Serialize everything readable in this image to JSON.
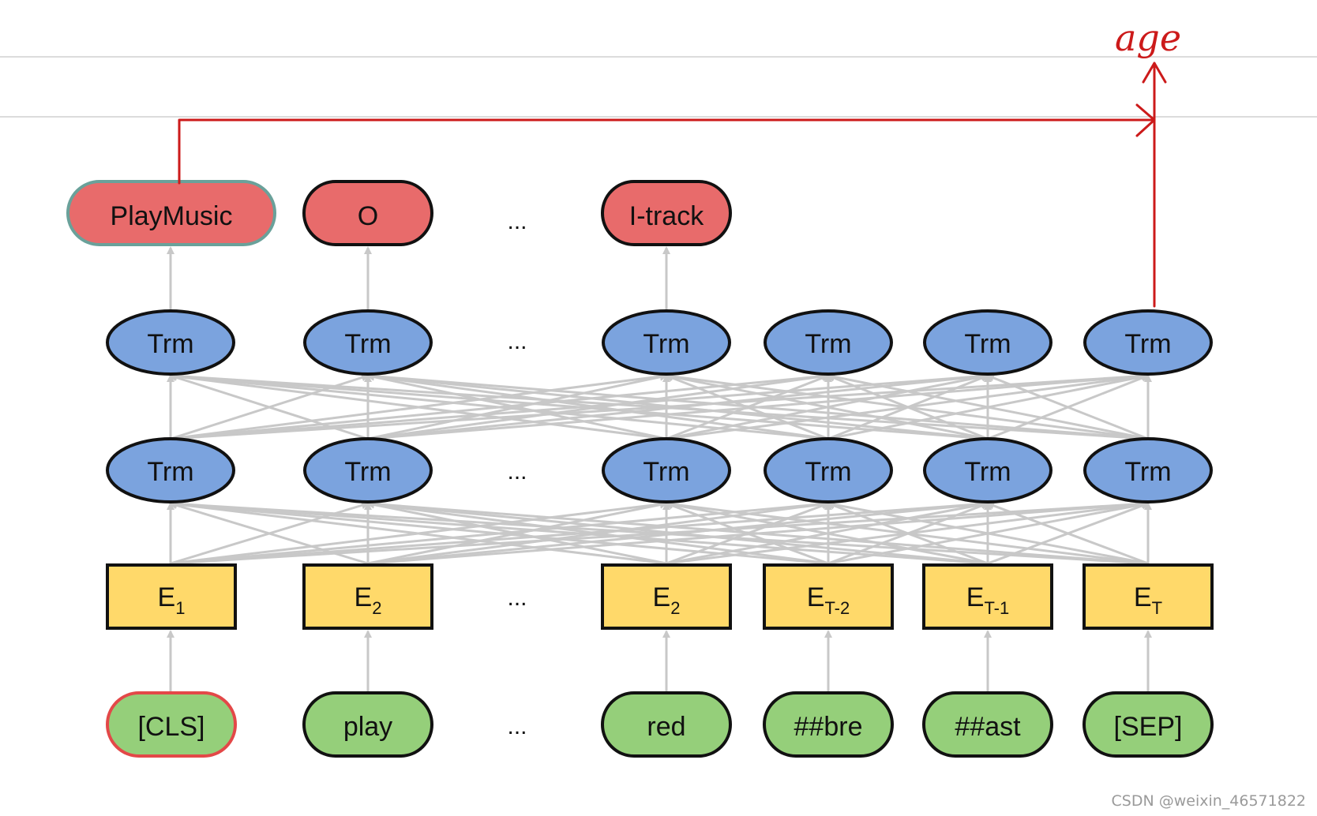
{
  "colors": {
    "output": "#E86B6B",
    "transformer": "#7BA3DE",
    "embedding": "#FFD96A",
    "token": "#95CF7A",
    "stroke": "#111111",
    "connector": "#c8c8c8",
    "annotation": "#CC1A1A"
  },
  "outputs": [
    "PlayMusic",
    "O",
    "I-track"
  ],
  "trm_label": "Trm",
  "embeddings": [
    {
      "base": "E",
      "sub": "1"
    },
    {
      "base": "E",
      "sub": "2"
    },
    {
      "base": "E",
      "sub": "2"
    },
    {
      "base": "E",
      "sub": "T-2"
    },
    {
      "base": "E",
      "sub": "T-1"
    },
    {
      "base": "E",
      "sub": "T"
    }
  ],
  "tokens": [
    "[CLS]",
    "play",
    "red",
    "##bre",
    "##ast",
    "[SEP]"
  ],
  "ellipsis": "...",
  "annotation": "age",
  "watermark": "CSDN @weixin_46571822"
}
